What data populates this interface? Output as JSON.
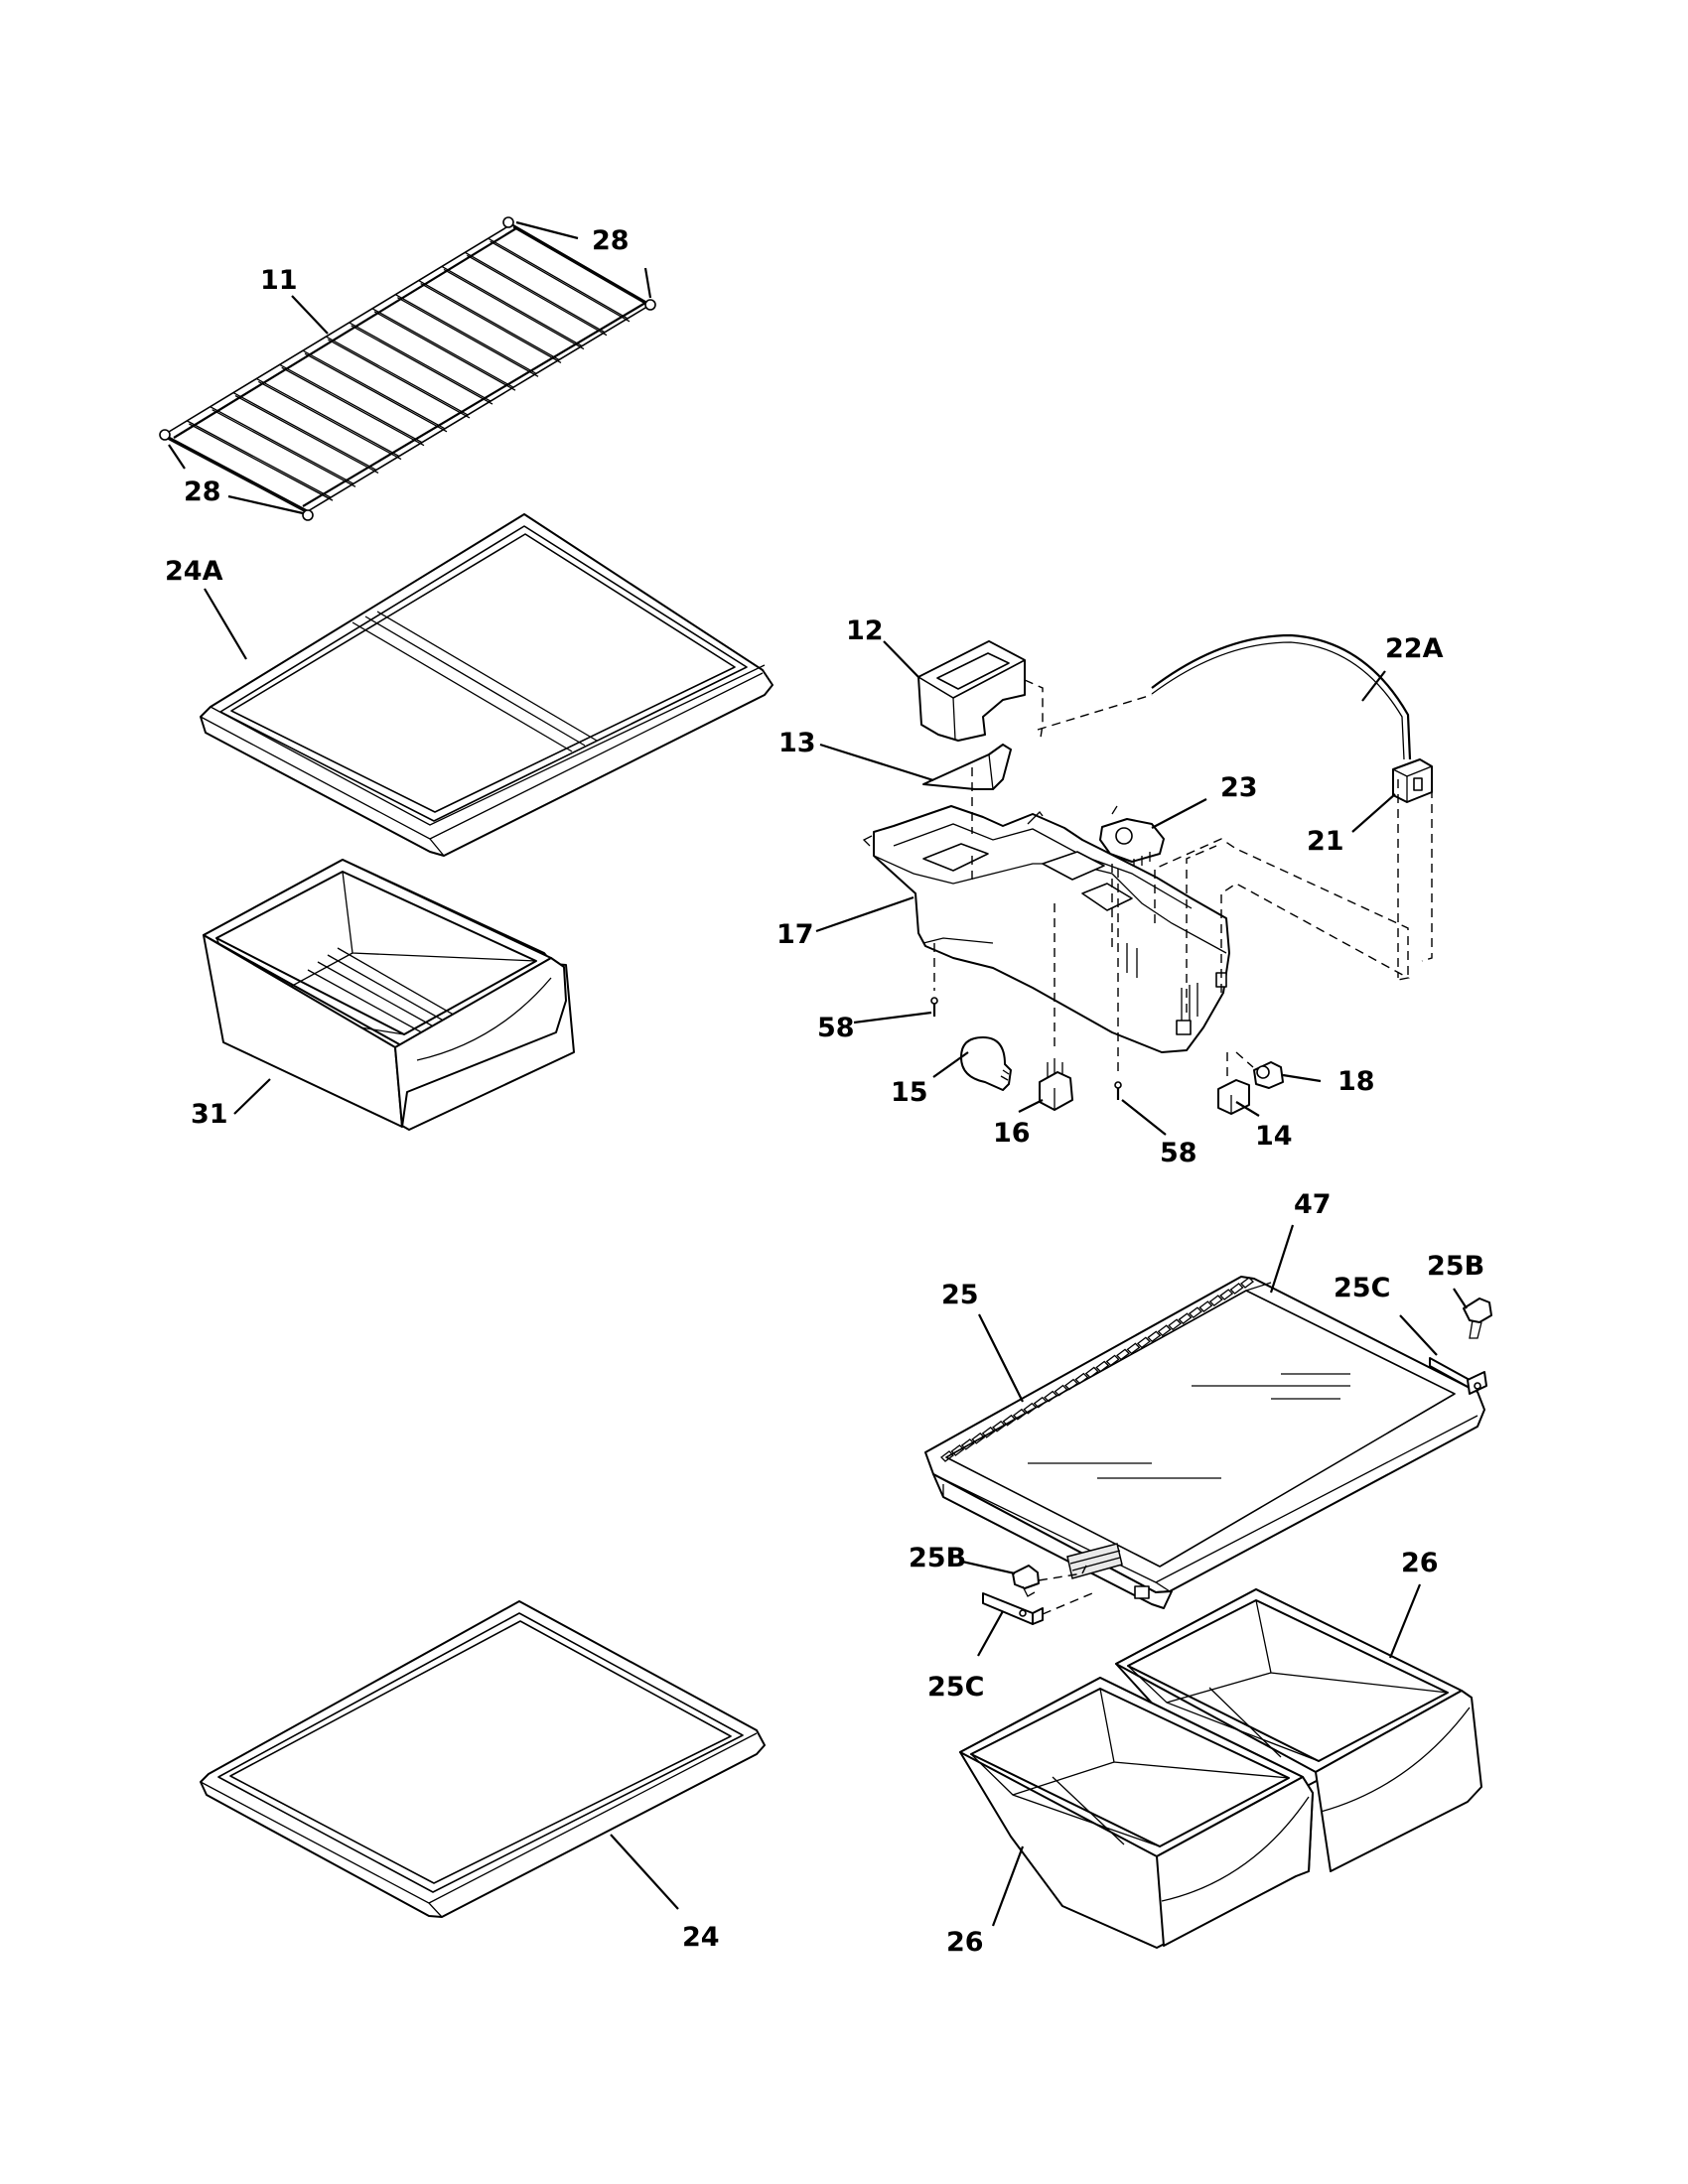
{
  "diagram": {
    "part_labels": {
      "p11": "11",
      "p28a": "28",
      "p28b": "28",
      "p24a": "24A",
      "p31": "31",
      "p12": "12",
      "p13": "13",
      "p22a": "22A",
      "p23": "23",
      "p21": "21",
      "p17": "17",
      "p58a": "58",
      "p58b": "58",
      "p15": "15",
      "p16": "16",
      "p18": "18",
      "p14": "14",
      "p47": "47",
      "p25b_top": "25B",
      "p25": "25",
      "p25c_top": "25C",
      "p25b_mid": "25B",
      "p25c_mid": "25C",
      "p26_top": "26",
      "p26_bottom": "26",
      "p24": "24"
    }
  }
}
